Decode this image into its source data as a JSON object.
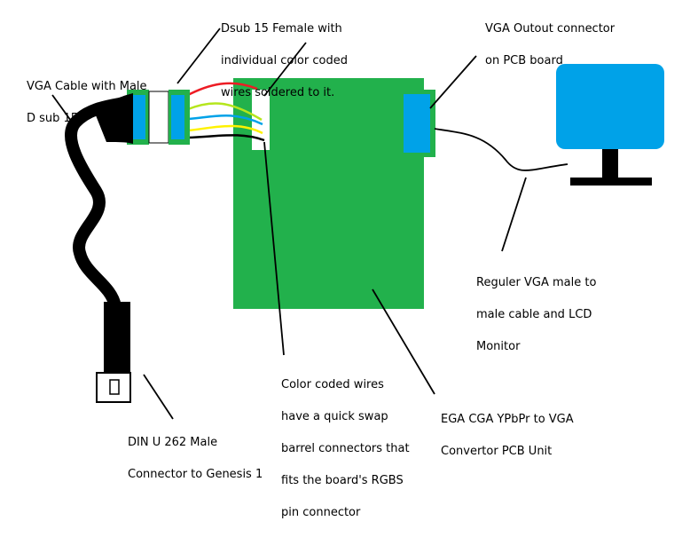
{
  "labels": {
    "dsub_female": {
      "line1": "Dsub 15 Female with",
      "line2": "individual color coded",
      "line3": "wires soldered to it."
    },
    "vga_outout": {
      "line1": "VGA Outout connector",
      "line2": "on PCB board"
    },
    "vga_cable": {
      "line1": "VGA Cable with Male",
      "line2": "D sub 15"
    },
    "reguler_vga": {
      "line1": "Reguler VGA male to",
      "line2": "male cable and LCD",
      "line3": "Monitor"
    },
    "color_wires": {
      "line1": "Color coded wires",
      "line2": "have a quick swap",
      "line3": "barrel connectors that",
      "line4": "fits the board's RGBS",
      "line5": "pin  connector"
    },
    "pcb_unit": {
      "line1": "EGA CGA YPbPr to VGA",
      "line2": "Convertor PCB Unit"
    },
    "din": {
      "line1": "DIN U 262 Male",
      "line2": "Connector to Genesis 1"
    }
  },
  "colors": {
    "pcb_green": "#22b14c",
    "connector_blue": "#00a2e8",
    "monitor_blue": "#00a2e8",
    "cable_black": "#000000",
    "wire_red": "#ed1c24",
    "wire_yellowgreen": "#b5e61d",
    "wire_blue": "#00a2e8",
    "wire_yellow": "#fff200",
    "wire_black": "#000000"
  }
}
